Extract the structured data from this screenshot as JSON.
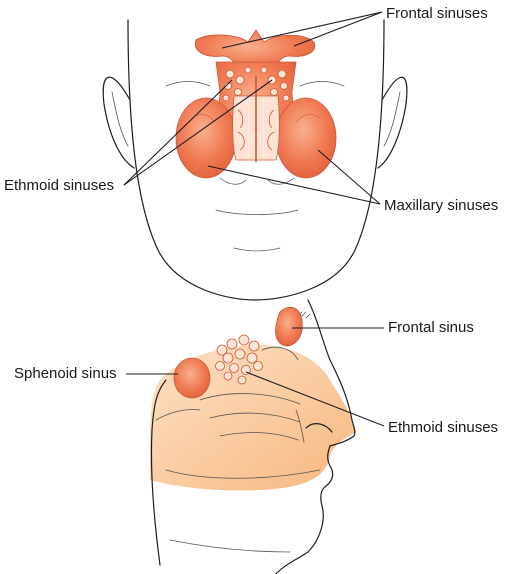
{
  "labels": {
    "front_frontal": "Frontal sinuses",
    "front_ethmoid": "Ethmoid sinuses",
    "front_maxillary": "Maxillary sinuses",
    "side_frontal": "Frontal sinus",
    "side_sphenoid": "Sphenoid sinus",
    "side_ethmoid": "Ethmoid sinuses"
  },
  "colors": {
    "sinus": "#f07a52",
    "sinus_light": "#f7a887",
    "head_fill": "#fbc99a",
    "outline": "#1e1e1e"
  }
}
